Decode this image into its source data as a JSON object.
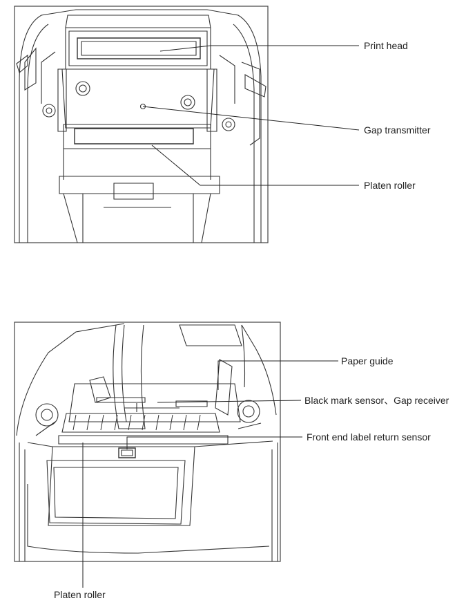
{
  "top_panel": {
    "callouts": [
      "Print head",
      "Gap transmitter",
      "Platen roller"
    ]
  },
  "bottom_panel": {
    "callouts": [
      "Paper guide",
      "Black mark sensor、Gap receiver",
      "Front end label return sensor"
    ],
    "bottom_label": "Platen roller"
  }
}
